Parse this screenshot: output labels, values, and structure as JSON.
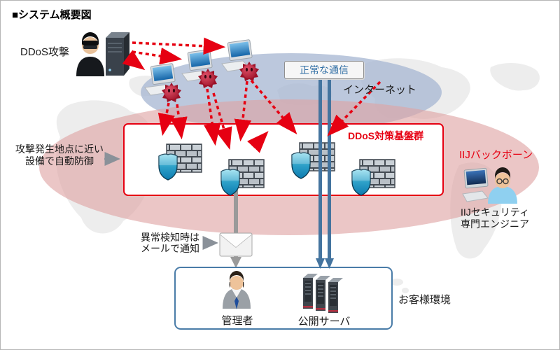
{
  "title": "■システム概要図",
  "labels": {
    "attacker": "DDoS攻撃",
    "normal_traffic": "正常な通信",
    "internet": "インターネット",
    "ddos_group": "DDoS対策基盤群",
    "backbone": "IIJバックボーン",
    "auto_defense_line1": "攻撃発生地点に近い",
    "auto_defense_line2": "設備で自動防御",
    "engineer_line1": "IIJセキュリティ",
    "engineer_line2": "専門エンジニア",
    "mail_line1": "異常検知時は",
    "mail_line2": "メールで通知",
    "admin": "管理者",
    "public_server": "公開サーバ",
    "customer_env": "お客様環境"
  },
  "colors": {
    "accent_red": "#e60012",
    "steel_blue": "#44749f",
    "label_blue": "#2e6da4",
    "internet_ellipse": "#b9c4da",
    "backbone_ellipse": "#eac2c2",
    "virus_red": "#c5203c"
  }
}
